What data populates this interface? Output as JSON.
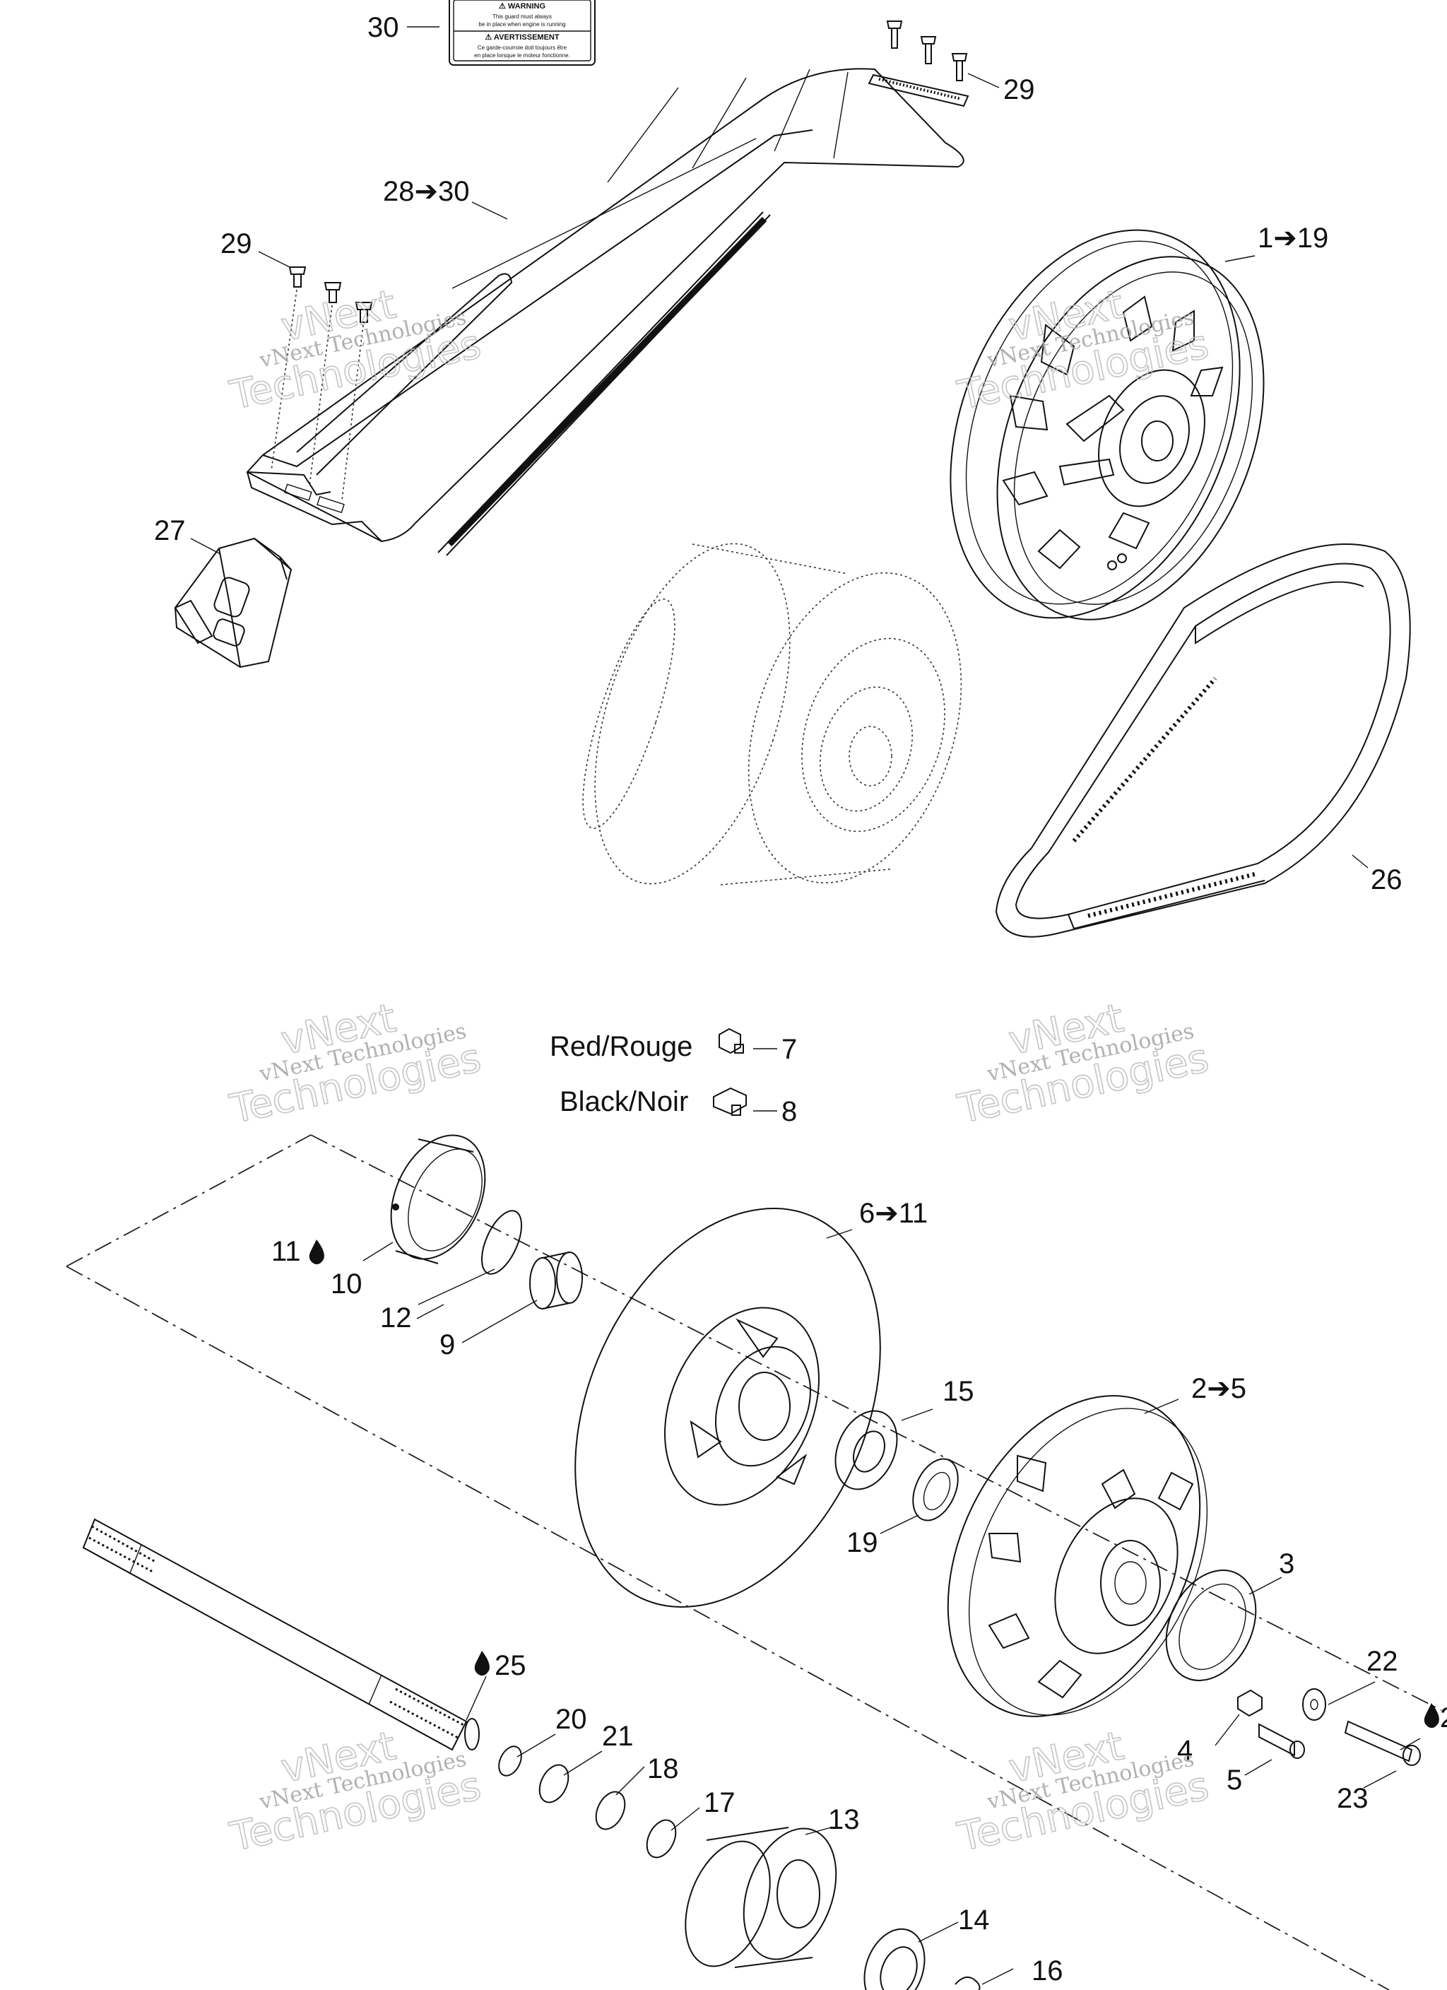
{
  "callouts": [
    {
      "id": "c30",
      "text": "30"
    },
    {
      "id": "c29a",
      "text": "29"
    },
    {
      "id": "c2830",
      "text": "28➔30"
    },
    {
      "id": "c29b",
      "text": "29"
    },
    {
      "id": "c119",
      "text": "1➔19"
    },
    {
      "id": "c27",
      "text": "27"
    },
    {
      "id": "c26",
      "text": "26"
    },
    {
      "id": "c7",
      "text": "7"
    },
    {
      "id": "c8",
      "text": "8"
    },
    {
      "id": "c611",
      "text": "6➔11"
    },
    {
      "id": "c11",
      "text": "11"
    },
    {
      "id": "c10",
      "text": "10"
    },
    {
      "id": "c12",
      "text": "12"
    },
    {
      "id": "c9",
      "text": "9"
    },
    {
      "id": "c15",
      "text": "15"
    },
    {
      "id": "c25",
      "text": "5"
    },
    {
      "id": "c19",
      "text": "19"
    },
    {
      "id": "c3",
      "text": "3"
    },
    {
      "id": "c25b",
      "text": "25"
    },
    {
      "id": "c22",
      "text": "22"
    },
    {
      "id": "c2x",
      "text": "2"
    },
    {
      "id": "c20",
      "text": "20"
    },
    {
      "id": "c21",
      "text": "21"
    },
    {
      "id": "c18",
      "text": "18"
    },
    {
      "id": "c4",
      "text": "4"
    },
    {
      "id": "c5",
      "text": "5"
    },
    {
      "id": "c23",
      "text": "23"
    },
    {
      "id": "c17",
      "text": "17"
    },
    {
      "id": "c13",
      "text": "13"
    },
    {
      "id": "c14",
      "text": "14"
    },
    {
      "id": "c16",
      "text": "16"
    }
  ],
  "legend": {
    "red": "Red/Rouge",
    "black": "Black/Noir"
  },
  "warning_label": {
    "title1": "⚠ WARNING",
    "line1": "This guard must always",
    "line2": "be in place when engine is running",
    "title2": "⚠ AVERTISSEMENT",
    "line3": "Ce garde-courroie doit toujours être",
    "line4": "en place lorsque le moteur fonctionne."
  },
  "watermark": {
    "line1": "vNext Technologies",
    "line2": "vNext",
    "line3": "Technologies"
  },
  "icons": [
    "oil-drop-icon"
  ]
}
